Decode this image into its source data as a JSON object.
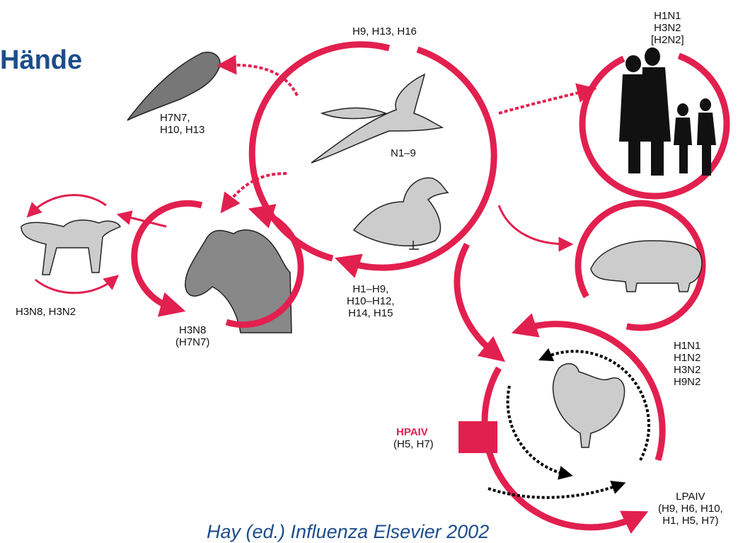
{
  "slide": {
    "title": "Hände",
    "footer": "Hay (ed.) Influenza Elsevier 2002"
  },
  "colors": {
    "accent": "#e2204f",
    "dark_gray": "#777777",
    "light_gray": "#cccccc",
    "black": "#000000",
    "title_blue": "#1b4d8c"
  },
  "hosts": {
    "wild_birds": {
      "top_label": "H9, H13, H16",
      "middle_label": "N1–9",
      "bottom_label": "H1–H9,\nH10–H12,\nH14, H15"
    },
    "seals": {
      "label": "H7N7,\nH10, H13"
    },
    "humans": {
      "label": "H1N1\nH3N2\n[H2N2]"
    },
    "dogs": {
      "label": "H3N8, H3N2"
    },
    "horses": {
      "label": "H3N8\n(H7N7)"
    },
    "pigs": {
      "label": "H1N1\nH1N2\nH3N2\nH9N2"
    },
    "poultry": {
      "hpaiv_title": "HPAIV",
      "hpaiv_sub": "(H5, H7)",
      "lpaiv_label": "LPAIV\n(H9, H6, H10,\nH1, H5, H7)"
    }
  }
}
